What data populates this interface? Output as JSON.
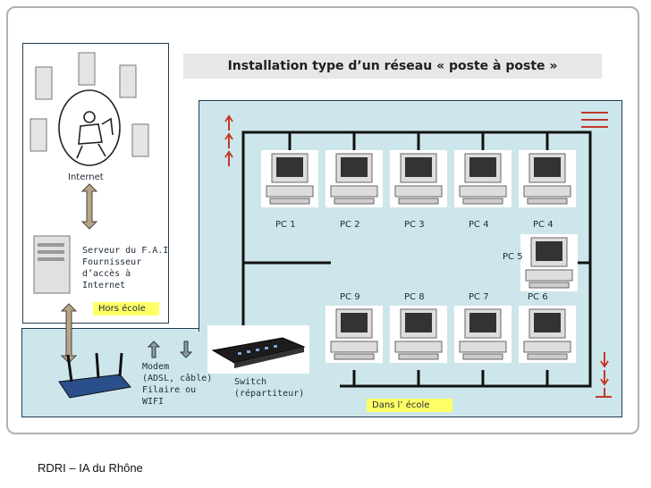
{
  "title": "Installation type d’un réseau « poste à poste »",
  "internet_label": "Internet",
  "isp": {
    "line1": "Serveur du F.A.I",
    "line2": "Fournisseur",
    "line3": "d’accès à",
    "line4": "Internet"
  },
  "hors_ecole": "Hors école",
  "dans_ecole": "Dans l’ école",
  "modem": {
    "line1": "Modem",
    "line2": "(ADSL, câble)",
    "line3": "Filaire ou",
    "line4": "WIFI"
  },
  "switch": {
    "line1": "Switch",
    "line2": "(répartiteur)"
  },
  "pcs_top": [
    "PC 1",
    "PC 2",
    "PC 3",
    "PC 4",
    "PC 4"
  ],
  "pc5": "PC 5",
  "pcs_bottom": [
    "PC 9",
    "PC 8",
    "PC 7",
    "PC 6"
  ],
  "footer": "RDRI – IA du Rhône",
  "colors": {
    "panel": "#cde6ec",
    "cable": "#111111",
    "highlight": "#ffff66"
  }
}
